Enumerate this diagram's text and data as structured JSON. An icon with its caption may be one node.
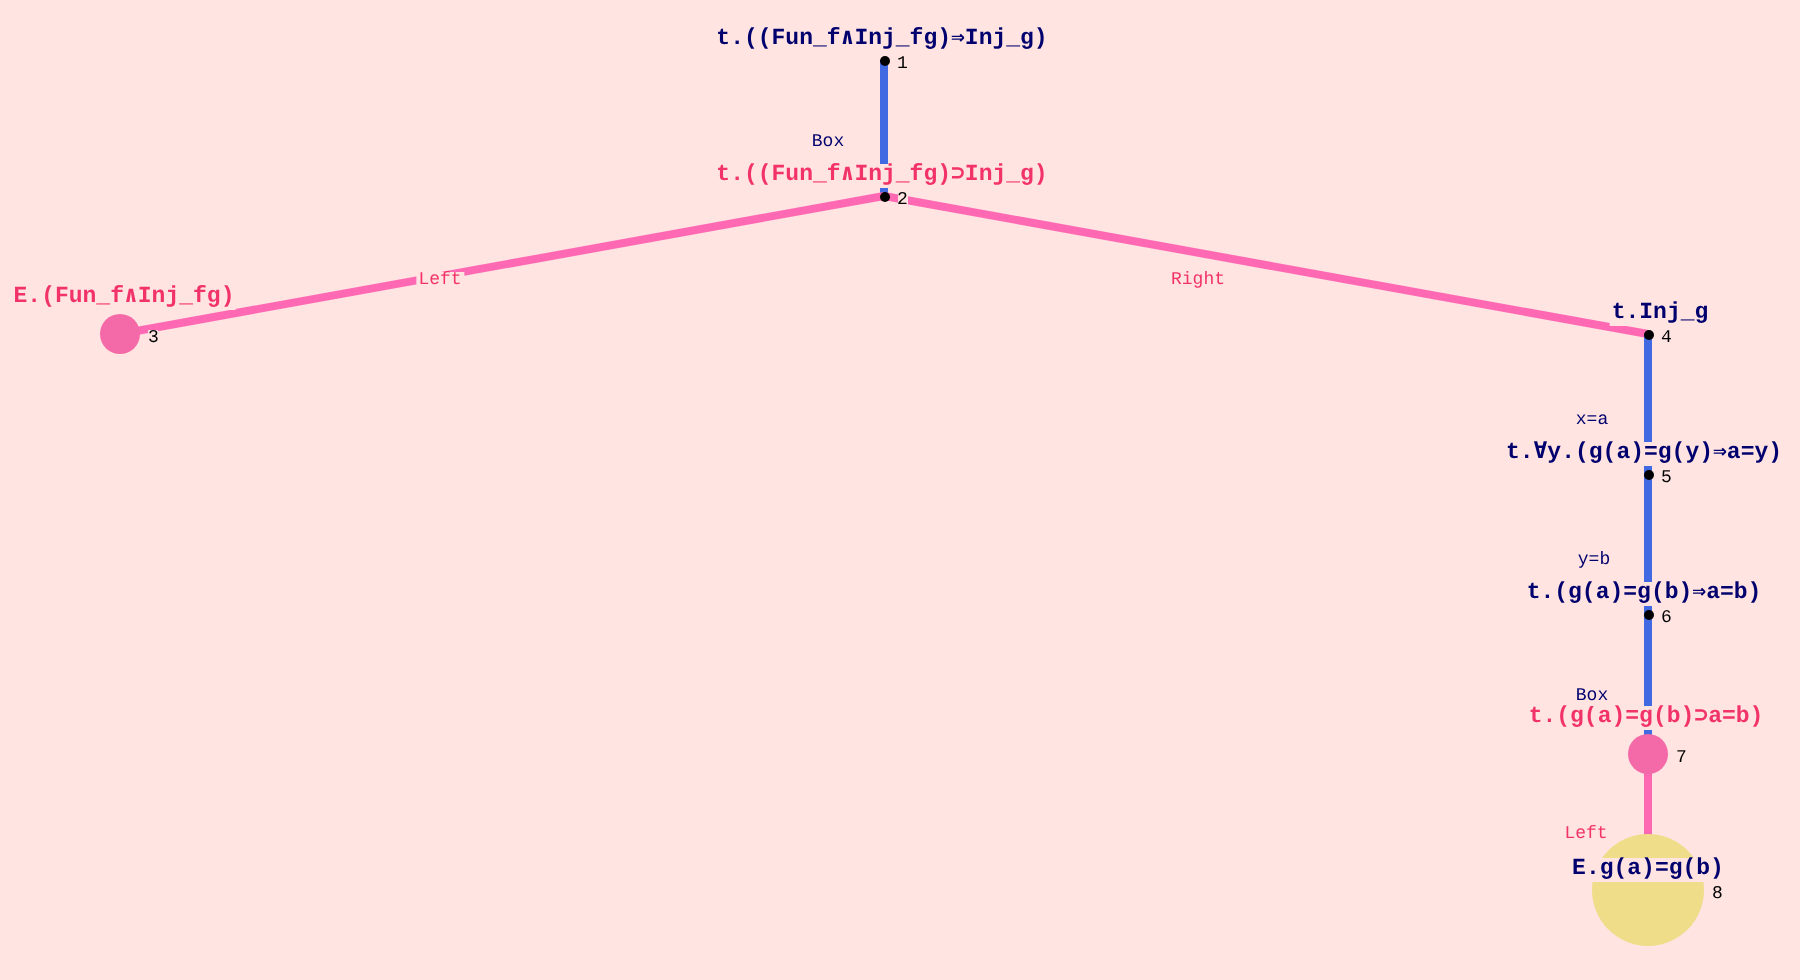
{
  "diagram": {
    "nodes": [
      {
        "text": [
          "t.((Fun_f∧Inj_fg)⇒Inj_g)"
        ],
        "beside": [
          "1"
        ]
      },
      {
        "text": [
          "t.((Fun_f∧Inj_fg)⊃Inj_g)"
        ],
        "beside": [
          "2"
        ]
      },
      {
        "text": [
          "E.(Fun_f∧Inj_fg)"
        ],
        "beside": [
          "3"
        ]
      },
      {
        "text": [
          "t.Inj_g"
        ],
        "beside": [
          "4"
        ]
      },
      {
        "text": [
          "t.∀y.(g(a)=g(y)⇒a=y)"
        ],
        "beside": [
          "5"
        ]
      },
      {
        "text": [
          "t.(g(a)=g(b)⇒a=b)"
        ],
        "beside": [
          "6"
        ]
      },
      {
        "text": [
          "t.(g(a)=g(b)⊃a=b)"
        ],
        "beside": [
          "7"
        ]
      },
      {
        "text": [
          "E.g(a)=g(b)"
        ],
        "beside": [
          "8"
        ]
      }
    ],
    "edges": [
      {
        "from": 0,
        "to": 1,
        "arrow": "none",
        "label": "Box"
      },
      {
        "from": 1,
        "to": 2,
        "arrow": "none",
        "label": "Left",
        "color": "#ff69b4"
      },
      {
        "from": 1,
        "to": 3,
        "arrow": "none",
        "label": "Right",
        "color": "#ff69b4"
      },
      {
        "from": 3,
        "to": 4,
        "arrow": "none",
        "label": "x=a"
      },
      {
        "from": 4,
        "to": 5,
        "arrow": "none",
        "label": "y=b"
      },
      {
        "from": 5,
        "to": 6,
        "arrow": "none",
        "label": "Box"
      },
      {
        "from": 6,
        "to": 7,
        "arrow": "none",
        "label": "Left",
        "color": "#ff69b4"
      }
    ]
  }
}
